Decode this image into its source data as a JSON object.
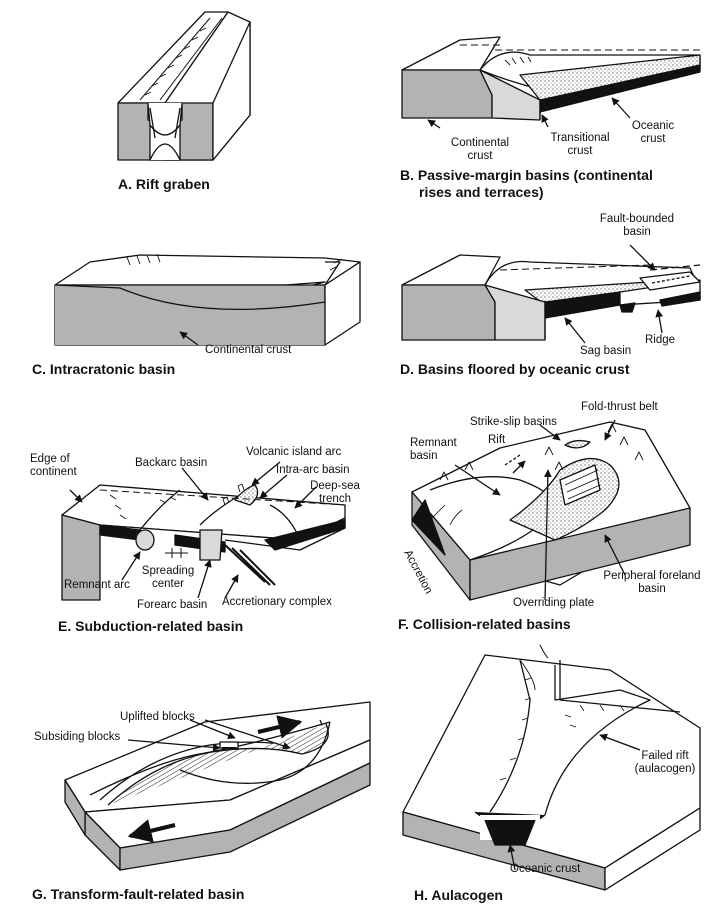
{
  "panels": {
    "a": {
      "caption": "A. Rift graben"
    },
    "b": {
      "caption_line1": "B. Passive-margin basins (continental",
      "caption_line2": "rises and terraces)",
      "continental_crust": [
        "Continental",
        "crust"
      ],
      "transitional_crust": [
        "Transitional",
        "crust"
      ],
      "oceanic_crust": [
        "Oceanic",
        "crust"
      ]
    },
    "c": {
      "caption": "C. Intracratonic basin",
      "continental_crust": "Continental crust"
    },
    "d": {
      "caption": "D. Basins floored by oceanic crust",
      "fault_bounded_basin": [
        "Fault-bounded",
        "basin"
      ],
      "ridge": "Ridge",
      "sag_basin": "Sag basin"
    },
    "e": {
      "caption": "E.  Subduction-related basin",
      "edge_of_continent": [
        "Edge of",
        "continent"
      ],
      "backarc_basin": "Backarc basin",
      "volcanic_island_arc": "Volcanic island arc",
      "intra_arc_basin": "Intra-arc basin",
      "deep_sea_trench": [
        "Deep-sea",
        "trench"
      ],
      "remnant_arc": "Remnant arc",
      "spreading_center": [
        "Spreading",
        "center"
      ],
      "forearc_basin": "Forearc basin",
      "accretionary_complex": "Accretionary complex"
    },
    "f": {
      "caption": "F. Collision-related basins",
      "strike_slip_basins": "Strike-slip basins",
      "fold_thrust_belt": "Fold-thrust belt",
      "rift": "Rift",
      "remnant_basin": [
        "Remnant",
        "basin"
      ],
      "accretion": "Accretion",
      "overriding_plate": "Overriding plate",
      "peripheral_foreland_basin": [
        "Peripheral foreland",
        "basin"
      ]
    },
    "g": {
      "caption": "G. Transform-fault-related basin",
      "uplifted_blocks": "Uplifted blocks",
      "subsiding_blocks": "Subsiding blocks"
    },
    "h": {
      "caption": "H. Aulacogen",
      "failed_rift": [
        "Failed rift",
        "(aulacogen)"
      ],
      "oceanic_crust": "Oceanic crust"
    }
  }
}
